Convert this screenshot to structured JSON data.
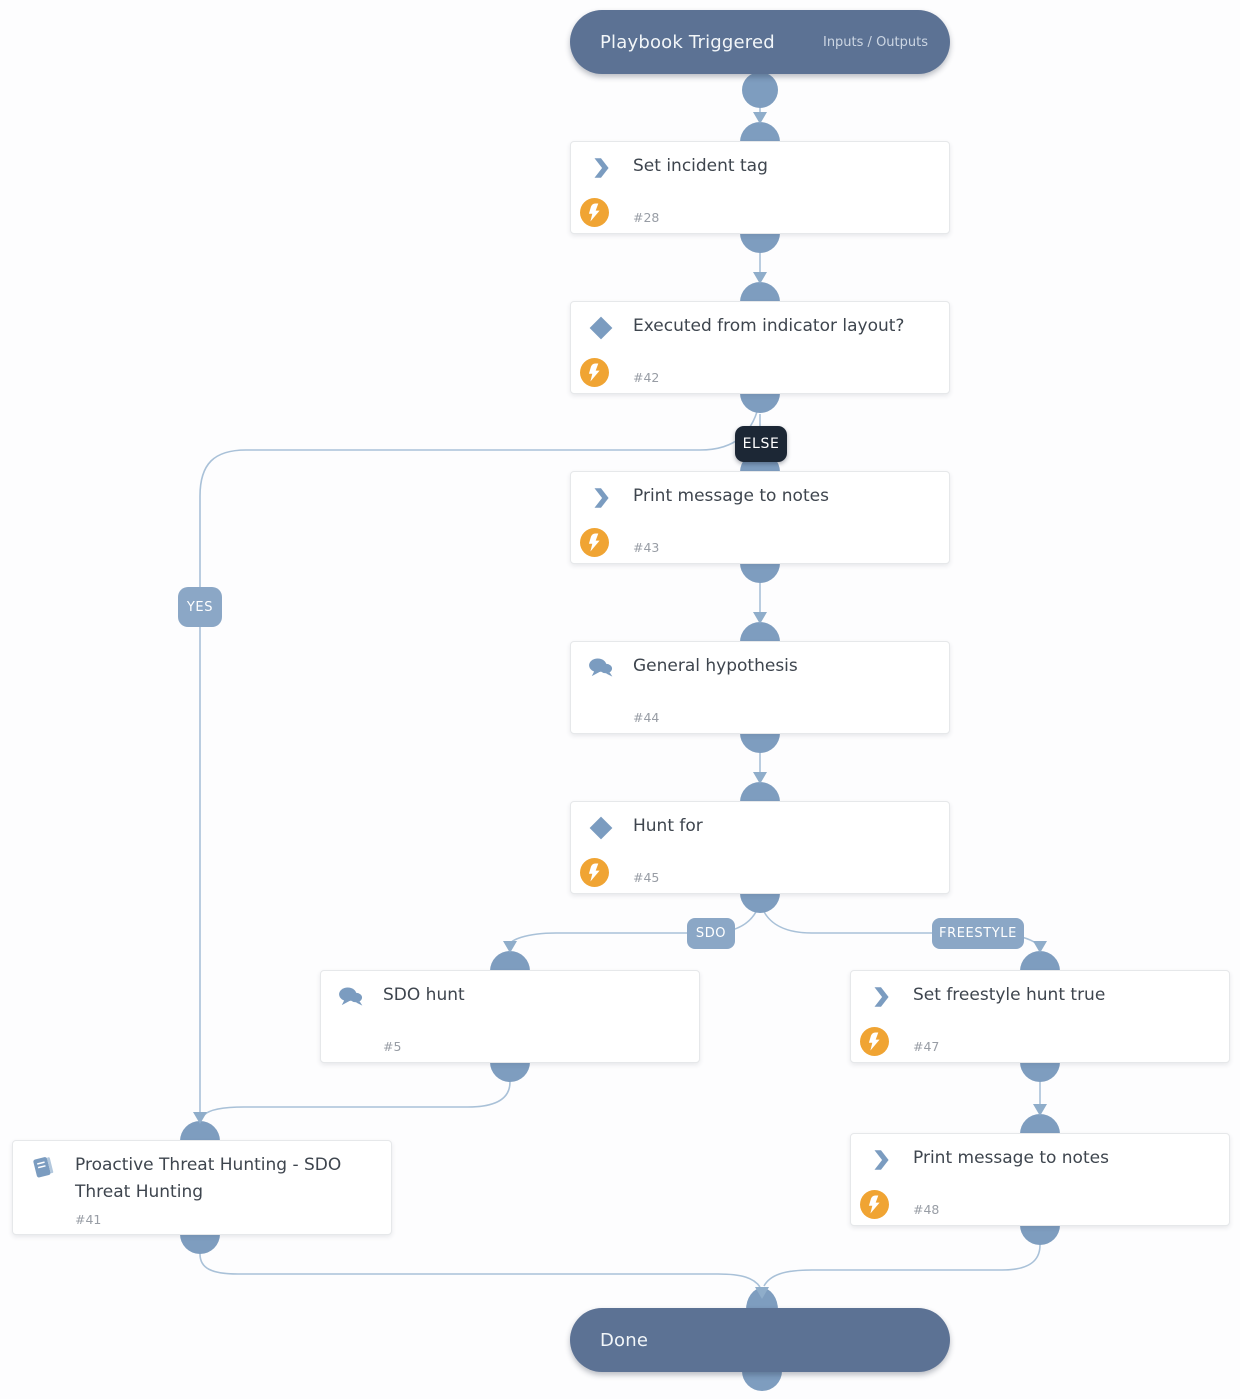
{
  "start_node": {
    "title": "Playbook Triggered",
    "io_label": "Inputs / Outputs"
  },
  "end_node": {
    "title": "Done"
  },
  "tasks": [
    {
      "id": "#28",
      "title": "Set incident tag",
      "icon": "chevron-right-icon",
      "automation_badge": true
    },
    {
      "id": "#42",
      "title": "Executed from indicator layout?",
      "icon": "condition-diamond-icon",
      "automation_badge": true
    },
    {
      "id": "#43",
      "title": "Print message to notes",
      "icon": "chevron-right-icon",
      "automation_badge": true
    },
    {
      "id": "#44",
      "title": "General hypothesis",
      "icon": "chat-bubbles-icon",
      "automation_badge": false
    },
    {
      "id": "#45",
      "title": "Hunt for",
      "icon": "condition-diamond-icon",
      "automation_badge": true
    },
    {
      "id": "#5",
      "title": "SDO hunt",
      "icon": "chat-bubbles-icon",
      "automation_badge": false
    },
    {
      "id": "#47",
      "title": "Set freestyle hunt true",
      "icon": "chevron-right-icon",
      "automation_badge": true
    },
    {
      "id": "#41",
      "title": "Proactive Threat Hunting - SDO Threat Hunting",
      "icon": "playbook-book-icon",
      "automation_badge": false
    },
    {
      "id": "#48",
      "title": "Print message to notes",
      "icon": "chevron-right-icon",
      "automation_badge": true
    }
  ],
  "branch_labels": {
    "else": "ELSE",
    "yes": "YES",
    "sdo": "SDO",
    "freestyle": "FREESTYLE"
  },
  "colors": {
    "terminal_node": "#5c7294",
    "connector": "#7e9dbf",
    "edge_line": "#a9c1d8",
    "branch_label": "#8ba7c6",
    "else_label": "#1c2735",
    "icon_blue": "#7b9cc0",
    "automation_orange": "#f0a433",
    "title_text": "#3e454e",
    "id_text": "#989da5"
  }
}
